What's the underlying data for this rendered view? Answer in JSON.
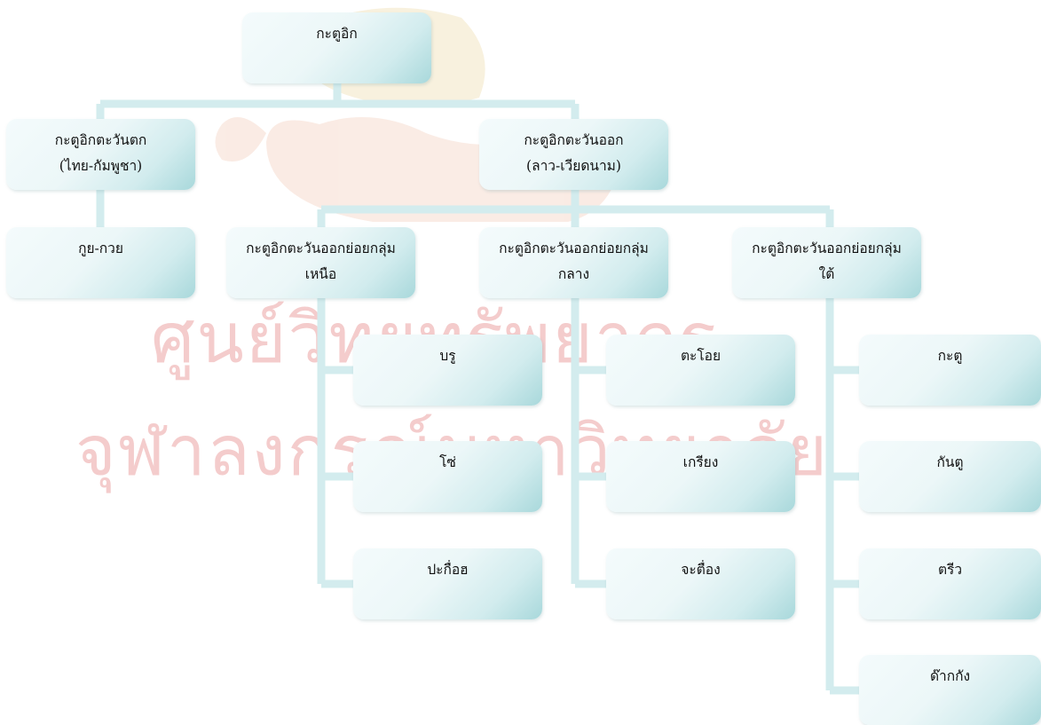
{
  "watermark": {
    "line1": "ศูนย์วิทยทรัพยากร",
    "line2": "จุฬาลงกรณ์มหาวิทยาลัย"
  },
  "nodes": {
    "root": {
      "line1": "กะตูอิก"
    },
    "west": {
      "line1": "กะตูอิกตะวันตก",
      "line2": "(ไทย-กัมพูชา)"
    },
    "east": {
      "line1": "กะตูอิกตะวันออก",
      "line2": "(ลาว-เวียดนาม)"
    },
    "kuy": {
      "line1": "กูย-กวย"
    },
    "north": {
      "line1": "กะตูอิกตะวันออกย่อยกลุ่ม",
      "line2": "เหนือ"
    },
    "central": {
      "line1": "กะตูอิกตะวันออกย่อยกลุ่ม",
      "line2": "กลาง"
    },
    "south": {
      "line1": "กะตูอิกตะวันออกย่อยกลุ่ม",
      "line2": "ใต้"
    },
    "bru": {
      "line1": "บรู"
    },
    "so": {
      "line1": "โซ่"
    },
    "pakoh": {
      "line1": "ปะกื่อฮ"
    },
    "taoy": {
      "line1": "ตะโอย"
    },
    "kriang": {
      "line1": "เกรียง"
    },
    "jateong": {
      "line1": "จะตื่อง"
    },
    "katu": {
      "line1": "กะตู"
    },
    "kantu": {
      "line1": "กันตู"
    },
    "triw": {
      "line1": "ตรีว"
    },
    "takkang": {
      "line1": "ด๊ากกัง"
    }
  },
  "colors": {
    "connector": "#d3ecee",
    "node_light": "#f4fbfc",
    "node_dark": "#a8d8db",
    "watermark_text": "#f2c4c4",
    "watermark_crest": "#efd6c8"
  }
}
